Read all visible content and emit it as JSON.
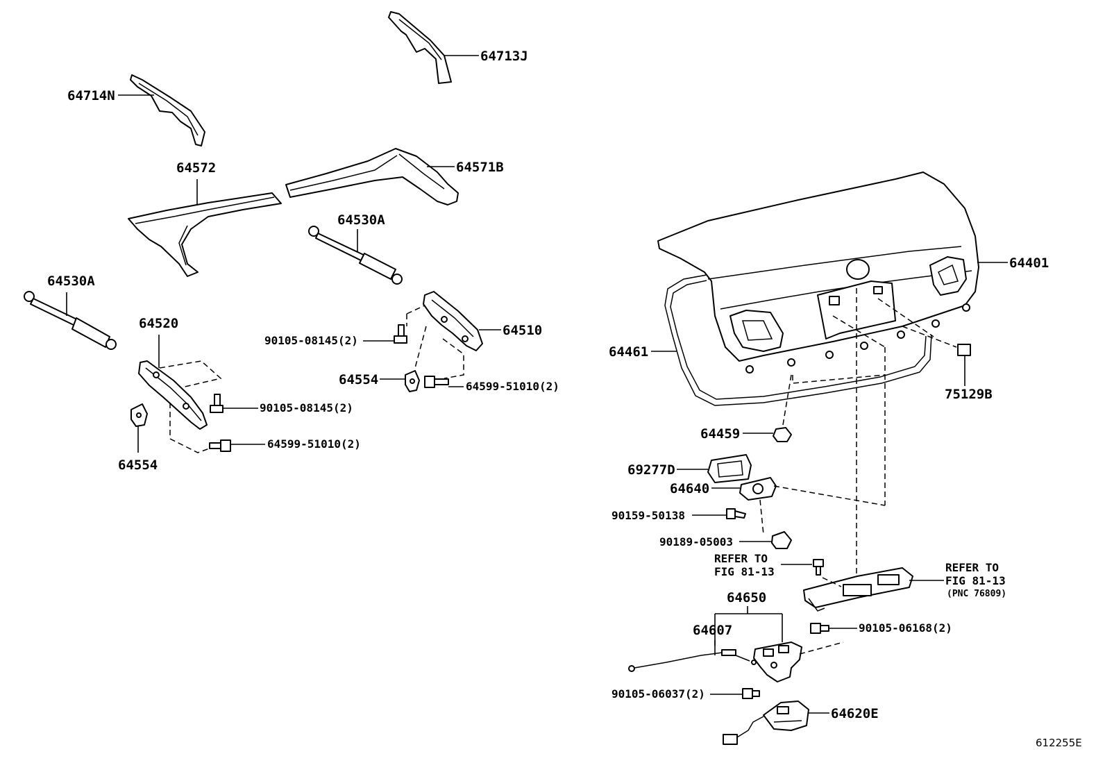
{
  "callouts": {
    "p64713J": "64713J",
    "p64714N": "64714N",
    "p64572": "64572",
    "p64571B": "64571B",
    "p64530A_r": "64530A",
    "p64530A_l": "64530A",
    "p64520": "64520",
    "p64510": "64510",
    "p90105_08145_r": "90105-08145(2)",
    "p90105_08145_l": "90105-08145(2)",
    "p64554_r": "64554",
    "p64554_l": "64554",
    "p64599_51010_r": "64599-51010(2)",
    "p64599_51010_l": "64599-51010(2)",
    "p64401": "64401",
    "p64461": "64461",
    "p75129B": "75129B",
    "p64459": "64459",
    "p69277D": "69277D",
    "p64640": "64640",
    "p90159_50138": "90159-50138",
    "p90189_05003": "90189-05003",
    "refer_l_line1": "REFER TO",
    "refer_l_line2": "FIG 81-13",
    "refer_r_line1": "REFER TO",
    "refer_r_line2": "FIG 81-13",
    "refer_r_line3": "(PNC 76809)",
    "p64650": "64650",
    "p64607": "64607",
    "p90105_06168": "90105-06168(2)",
    "p90105_06037": "90105-06037(2)",
    "p64620E": "64620E"
  },
  "figure_code": "612255E"
}
